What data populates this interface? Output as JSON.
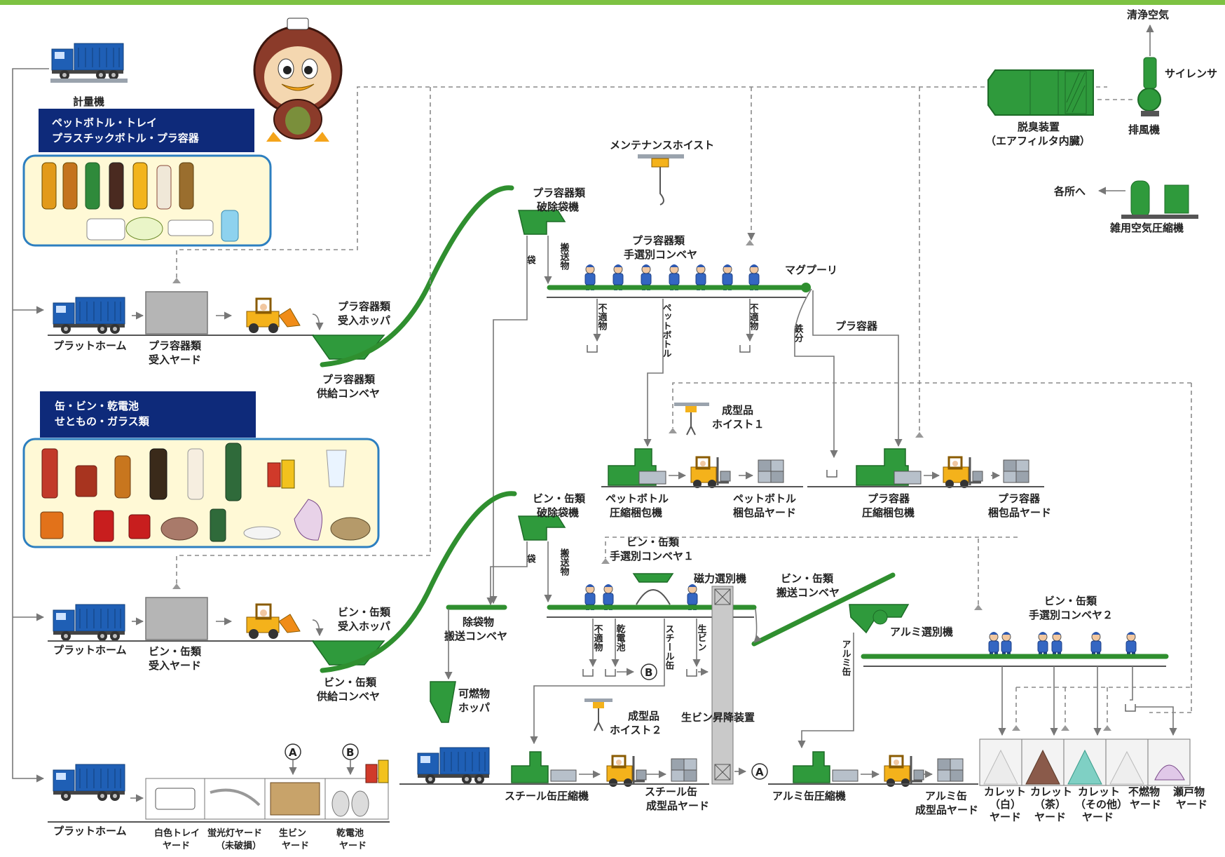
{
  "labels": {
    "clean_air": "清浄空気",
    "silencer": "サイレンサ",
    "deodorizer_1": "脱臭装置",
    "deodorizer_2": "（エアフィルタ内臓）",
    "exhaust_fan": "排風機",
    "to_each_place": "各所へ",
    "air_compressor": "雑用空気圧縮機",
    "scale": "計量機",
    "maintenance_hoist": "メンテナンスホイスト",
    "magpulley": "マグプーリ",
    "pla_container": "プラ容器",
    "pla_bag_breaker_1": "プラ容器類",
    "pla_bag_breaker_2": "破除袋機",
    "pla_hand_sort_1": "プラ容器類",
    "pla_hand_sort_2": "手選別コンベヤ",
    "pla_hopper_1": "プラ容器類",
    "pla_hopper_2": "受入ホッパ",
    "pla_feed_1": "プラ容器類",
    "pla_feed_2": "供給コンベヤ",
    "platform": "プラットホーム",
    "pla_yard_1": "プラ容器類",
    "pla_yard_2": "受入ヤード",
    "bag": "袋",
    "transport_v": "搬送物",
    "unsuitable_v": "不適物",
    "pet_bottle_v": "ペットボトル",
    "iron_v": "鉄分",
    "molded_hoist1_1": "成型品",
    "molded_hoist1_2": "ホイスト１",
    "pet_press_1": "ペットボトル",
    "pet_press_2": "圧縮梱包機",
    "pet_yard_1": "ペットボトル",
    "pet_yard_2": "梱包品ヤード",
    "pla_press_1": "プラ容器",
    "pla_press_2": "圧縮梱包機",
    "pla_pack_yard_1": "プラ容器",
    "pla_pack_yard_2": "梱包品ヤード",
    "bin_bag_breaker_1": "ビン・缶類",
    "bin_bag_breaker_2": "破除袋機",
    "bin_hand_sort1_1": "ビン・缶類",
    "bin_hand_sort1_2": "手選別コンベヤ１",
    "magnetic_sep": "磁力選別機",
    "bin_transport_1": "ビン・缶類",
    "bin_transport_2": "搬送コンベヤ",
    "alu_sep": "アルミ選別機",
    "bin_hand_sort2_1": "ビン・缶類",
    "bin_hand_sort2_2": "手選別コンベヤ２",
    "bin_hopper_1": "ビン・缶類",
    "bin_hopper_2": "受入ホッパ",
    "bin_feed_1": "ビン・缶類",
    "bin_feed_2": "供給コンベヤ",
    "bin_yard_1": "ビン・缶類",
    "bin_yard_2": "受入ヤード",
    "bag_removal_1": "除袋物",
    "bag_removal_2": "搬送コンベヤ",
    "combustible_1": "可燃物",
    "combustible_2": "ホッパ",
    "battery_v": "乾電池",
    "steel_can_v": "スチール缶",
    "raw_bottle_v": "生ビン",
    "alu_can_v": "アルミ缶",
    "molded_hoist2_1": "成型品",
    "molded_hoist2_2": "ホイスト２",
    "raw_bottle_lift": "生ビン昇降装置",
    "steel_press": "スチール缶圧縮機",
    "steel_yard_1": "スチール缶",
    "steel_yard_2": "成型品ヤード",
    "alu_press": "アルミ缶圧縮機",
    "alu_yard_1": "アルミ缶",
    "alu_yard_2": "成型品ヤード",
    "cullet_white_1": "カレット",
    "cullet_white_2": "（白）",
    "cullet_white_3": "ヤード",
    "cullet_brown_1": "カレット",
    "cullet_brown_2": "（茶）",
    "cullet_brown_3": "ヤード",
    "cullet_other_1": "カレット",
    "cullet_other_2": "（その他）",
    "cullet_other_3": "ヤード",
    "noncomb_1": "不燃物",
    "noncomb_2": "ヤード",
    "ceramic_1": "瀬戸物",
    "ceramic_2": "ヤード",
    "white_tray_1": "白色トレイ",
    "white_tray_2": "ヤード",
    "fluor_1": "蛍光灯ヤード",
    "fluor_2": "（未破損）",
    "raw_bin_1": "生ビン",
    "raw_bin_2": "ヤード",
    "dry_batt_1": "乾電池",
    "dry_batt_2": "ヤード",
    "marker_a": "A",
    "marker_b": "B"
  },
  "panels": {
    "pla_title_1": "ペットボトル・トレイ",
    "pla_title_2": "プラスチックボトル・プラ容器",
    "bin_title_1": "缶・ビン・乾電池",
    "bin_title_2": "せともの・ガラス類"
  },
  "colors": {
    "accent_green": "#7dc242",
    "equipment_green": "#2f9a3c",
    "panel_navy": "#0e2a7a",
    "panel_fill": "#fff9d6",
    "panel_border": "#2d7fc0",
    "truck_blue": "#1f5fb5"
  }
}
